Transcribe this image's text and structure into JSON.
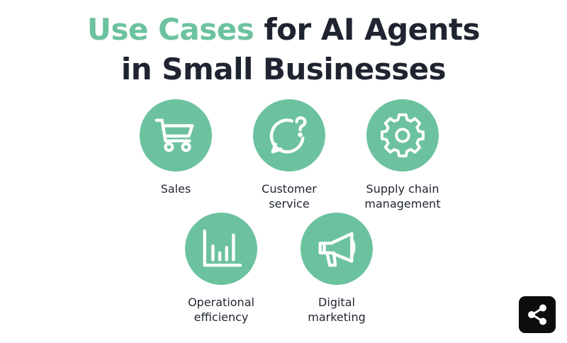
{
  "title": {
    "accent": "Use Cases",
    "rest": " for AI Agents",
    "line2": "in Small Businesses"
  },
  "colors": {
    "accent": "#6cc29f",
    "text": "#1f2430",
    "share_button": "#0d0d0d"
  },
  "use_cases": [
    {
      "label": "Sales",
      "icon": "shopping-cart-icon"
    },
    {
      "label": "Customer\nservice",
      "icon": "chat-question-icon"
    },
    {
      "label": "Supply chain\nmanagement",
      "icon": "gear-icon"
    },
    {
      "label": "Operational\nefficiency",
      "icon": "bar-chart-icon"
    },
    {
      "label": "Digital\nmarketing",
      "icon": "megaphone-icon"
    }
  ],
  "share": {
    "icon": "share-icon"
  }
}
